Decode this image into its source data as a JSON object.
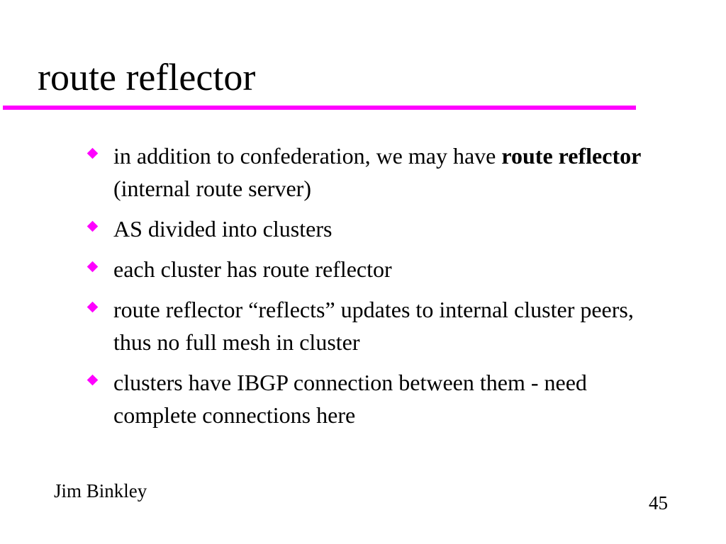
{
  "slide": {
    "title": "route reflector",
    "bullets": [
      {
        "pre": "in addition to confederation, we may have ",
        "bold": "route reflector",
        "post": " (internal route server)"
      },
      {
        "text": "AS divided into clusters"
      },
      {
        "text": "each cluster has route reflector"
      },
      {
        "text": "route reflector “reflects” updates to internal cluster peers, thus no full mesh in cluster"
      },
      {
        "text": "clusters have IBGP connection between them - need complete connections here"
      }
    ],
    "footer": {
      "author": "Jim Binkley",
      "page_number": "45"
    }
  },
  "colors": {
    "accent": "#ff00ff",
    "text": "#000000",
    "background": "#ffffff"
  },
  "icons": {
    "bullet": "magenta-diamond-bullet-icon"
  }
}
